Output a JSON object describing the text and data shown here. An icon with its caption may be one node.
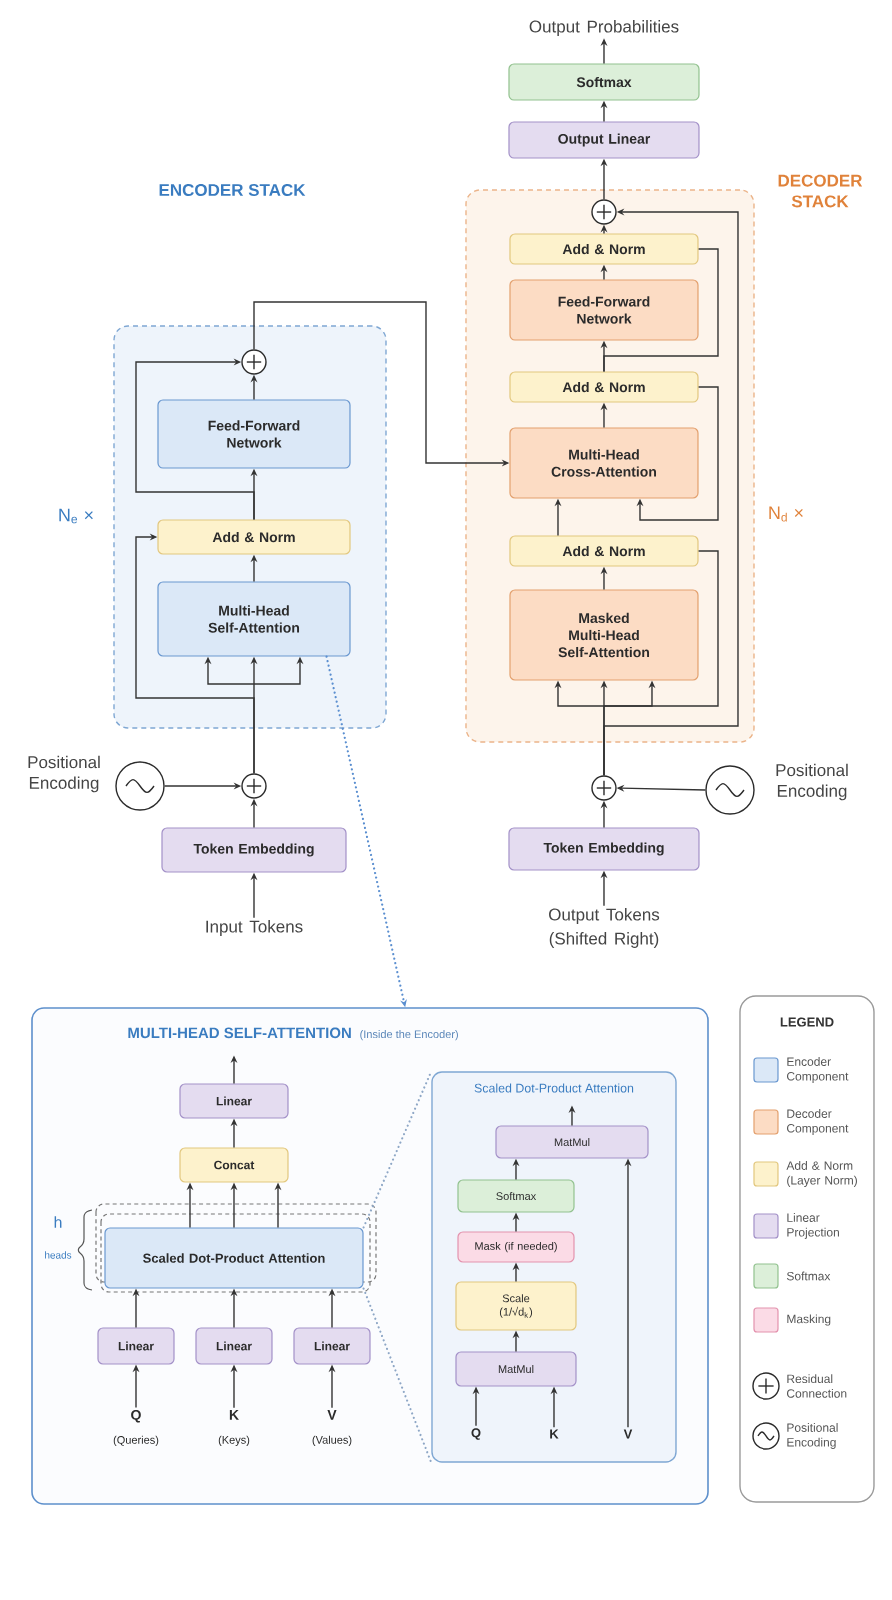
{
  "diagram": {
    "nodes": [
      {
        "text": [],
        "shape": "box",
        "beside": [
          "N$_{e}$ ×"
        ]
      },
      {
        "text": [],
        "shape": "circle",
        "in": 0
      },
      {
        "text": [
          "Feed-Forward Network"
        ],
        "in": 0
      },
      {
        "text": [
          "Add & Norm"
        ],
        "in": 0
      },
      {
        "text": [
          "Multi-Head Self-Attention"
        ],
        "in": 0
      },
      {
        "text": [
          "DECODER STACK"
        ],
        "beside": [
          "N$_{d}$ ×"
        ]
      },
      {
        "text": [],
        "shape": "circle",
        "in": 5
      },
      {
        "text": [
          "Add & Norm"
        ],
        "in": 5
      },
      {
        "text": [
          "Feed-Forward Network"
        ],
        "in": 5
      },
      {
        "text": [
          "Add & Norm"
        ],
        "in": 5
      },
      {
        "text": [
          "Multi-Head Cross-Attention"
        ],
        "in": 5
      },
      {
        "text": [
          "Add & Norm"
        ],
        "in": 5
      },
      {
        "text": [
          "Masked Multi-Head Self-Attention"
        ],
        "in": 5
      },
      {
        "text": [
          "Output Probabilities"
        ]
      },
      {
        "text": [
          "Softmax"
        ]
      },
      {
        "text": [
          "Output Linear"
        ]
      },
      {
        "text": [],
        "shape": "circle",
        "beside": [
          "Positional Encoding"
        ]
      },
      {
        "text": [],
        "shape": "circle"
      },
      {
        "text": [
          "Token Embedding"
        ]
      },
      {
        "text": [
          "Input Tokens"
        ]
      },
      {
        "text": [],
        "shape": "circle"
      },
      {
        "text": [],
        "shape": "circle",
        "beside": [
          "Positional Encoding"
        ]
      },
      {
        "text": [
          "Token Embedding"
        ]
      },
      {
        "text": [
          "Output Tokens (Shifted Right)"
        ]
      },
      {
        "text": [
          "MULTI-HEAD SELF-ATTENTION",
          "(Inside the Encoder)"
        ]
      },
      {
        "text": [
          "Linear"
        ],
        "in": 24
      },
      {
        "text": [
          "Concat"
        ],
        "in": 24
      },
      {
        "text": [
          "Scaled Dot-Product Attention"
        ],
        "in": 24
      },
      {
        "text": [
          "Linear"
        ],
        "in": 24
      },
      {
        "text": [
          "Linear"
        ],
        "in": 24
      },
      {
        "text": [
          "Linear"
        ],
        "in": 24
      },
      {
        "text": [
          "Q",
          "(Queries)"
        ],
        "in": 24
      },
      {
        "text": [
          "K",
          "(Keys)"
        ],
        "in": 24
      },
      {
        "text": [
          "V",
          "(Values)"
        ],
        "in": 24
      },
      {
        "text": [
          "Scaled Dot-Product Attention"
        ],
        "in": 24
      },
      {
        "text": [
          "MatMul"
        ],
        "in": 34
      },
      {
        "text": [
          "Softmax"
        ],
        "in": 34
      },
      {
        "text": [
          "Mask (if needed)"
        ],
        "in": 34
      },
      {
        "text": [
          "Scale (1/√d$_{k}$)"
        ],
        "in": 34
      },
      {
        "text": [
          "MatMul"
        ],
        "in": 34
      },
      {
        "text": [
          "Q"
        ],
        "in": 34
      },
      {
        "text": [
          "K"
        ],
        "in": 34
      },
      {
        "text": [
          "V"
        ],
        "in": 34
      }
    ],
    "edges": [
      {
        "from": 19,
        "to": 18,
        "arrow": "to"
      },
      {
        "from": 18,
        "to": 17,
        "arrow": "to"
      },
      {
        "from": 16,
        "to": 17,
        "arrow": "to"
      },
      {
        "from": 17,
        "to": 4,
        "arrow": "to"
      },
      {
        "from": 17,
        "to": 3,
        "arrow": "to"
      },
      {
        "from": 4,
        "to": 3,
        "arrow": "to"
      },
      {
        "from": 3,
        "to": 2,
        "arrow": "to"
      },
      {
        "from": 3,
        "to": 1,
        "arrow": "to"
      },
      {
        "from": 2,
        "to": 1,
        "arrow": "to"
      },
      {
        "from": 1,
        "to": 10,
        "arrow": "to"
      },
      {
        "from": 23,
        "to": 22,
        "arrow": "to"
      },
      {
        "from": 22,
        "to": 20,
        "arrow": "to"
      },
      {
        "from": 21,
        "to": 20,
        "arrow": "to"
      },
      {
        "from": 20,
        "to": 12,
        "arrow": "to"
      },
      {
        "from": 20,
        "to": 11,
        "arrow": "none"
      },
      {
        "from": 20,
        "to": 6,
        "arrow": "to"
      },
      {
        "from": 12,
        "to": 11,
        "arrow": "to"
      },
      {
        "from": 11,
        "to": 10,
        "arrow": "to"
      },
      {
        "from": 9,
        "to": 10,
        "arrow": "to"
      },
      {
        "from": 10,
        "to": 9,
        "arrow": "to"
      },
      {
        "from": 9,
        "to": 8,
        "arrow": "to"
      },
      {
        "from": 9,
        "to": 7,
        "arrow": "none"
      },
      {
        "from": 8,
        "to": 7,
        "arrow": "to"
      },
      {
        "from": 7,
        "to": 6,
        "arrow": "to"
      },
      {
        "from": 6,
        "to": 15,
        "arrow": "to"
      },
      {
        "from": 15,
        "to": 14,
        "arrow": "to"
      },
      {
        "from": 14,
        "to": 13,
        "arrow": "to"
      },
      {
        "from": 4,
        "to": 24,
        "arrow": "to",
        "style": "dashed",
        "color": "#5b8fd0"
      },
      {
        "from": 31,
        "to": 28,
        "arrow": "to"
      },
      {
        "from": 32,
        "to": 29,
        "arrow": "to"
      },
      {
        "from": 33,
        "to": 30,
        "arrow": "to"
      },
      {
        "from": 28,
        "to": 27,
        "arrow": "to"
      },
      {
        "from": 29,
        "to": 27,
        "arrow": "to"
      },
      {
        "from": 30,
        "to": 27,
        "arrow": "to"
      },
      {
        "from": 27,
        "to": 26,
        "arrow": "to"
      },
      {
        "from": 27,
        "to": 26,
        "arrow": "to"
      },
      {
        "from": 27,
        "to": 26,
        "arrow": "to"
      },
      {
        "from": 26,
        "to": 25,
        "arrow": "to"
      },
      {
        "from": 25,
        "to": null,
        "arrow": "to"
      },
      {
        "from": 27,
        "to": 34,
        "arrow": "none",
        "style": "dashed",
        "color": "#8ea7c6"
      },
      {
        "from": 27,
        "to": 34,
        "arrow": "none",
        "style": "dashed",
        "color": "#8ea7c6"
      },
      {
        "from": 40,
        "to": 39,
        "arrow": "to"
      },
      {
        "from": 41,
        "to": 39,
        "arrow": "to"
      },
      {
        "from": 39,
        "to": 38,
        "arrow": "to"
      },
      {
        "from": 38,
        "to": 37,
        "arrow": "to"
      },
      {
        "from": 37,
        "to": 36,
        "arrow": "to"
      },
      {
        "from": 36,
        "to": 35,
        "arrow": "to"
      },
      {
        "from": 42,
        "to": 35,
        "arrow": "to"
      },
      {
        "from": 35,
        "to": null,
        "arrow": "to"
      }
    ],
    "labels": [
      "ENCODER STACK",
      "LEGEND",
      "h",
      "heads"
    ],
    "legend": [
      {
        "text": "Encoder Component",
        "color": "#dbe8f7"
      },
      {
        "text": "Decoder Component",
        "color": "#fcdcc4"
      },
      {
        "text": "Add & Norm (Layer Norm)",
        "color": "#fdf2cc"
      },
      {
        "text": "Linear Projection",
        "color": "#e4dcf0"
      },
      {
        "text": "Softmax",
        "color": "#dcefd9"
      },
      {
        "text": "Masking",
        "color": "#fbdbe6"
      },
      {
        "text": "Residual Connection"
      },
      {
        "text": "Positional Encoding"
      }
    ]
  }
}
